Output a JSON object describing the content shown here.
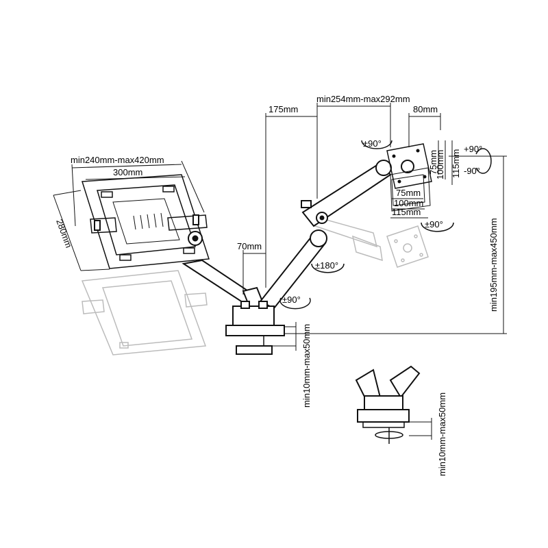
{
  "dimensions": {
    "arm_length": "min254mm-max292mm",
    "offset_175": "175mm",
    "offset_80": "80mm",
    "offset_70": "70mm",
    "laptop_width_range": "min240mm-max420mm",
    "laptop_tray_width": "300mm",
    "laptop_tray_depth": "280mm",
    "height_range": "min195mm-max450mm",
    "clamp_range_main": "min10mm-max50mm",
    "clamp_range_grommet": "min10mm-max50mm",
    "vesa_75_v": "75mm",
    "vesa_100_v": "100mm",
    "vesa_115_v": "115mm",
    "vesa_75_h": "75mm",
    "vesa_100_h": "100mm",
    "vesa_115_h": "115mm"
  },
  "rotations": {
    "tilt_top_left": "±90°",
    "tilt_up": "+90°",
    "tilt_down": "-90°",
    "swivel_head": "±90°",
    "arm_rotation": "±180°",
    "base_rotation": "±90°"
  }
}
